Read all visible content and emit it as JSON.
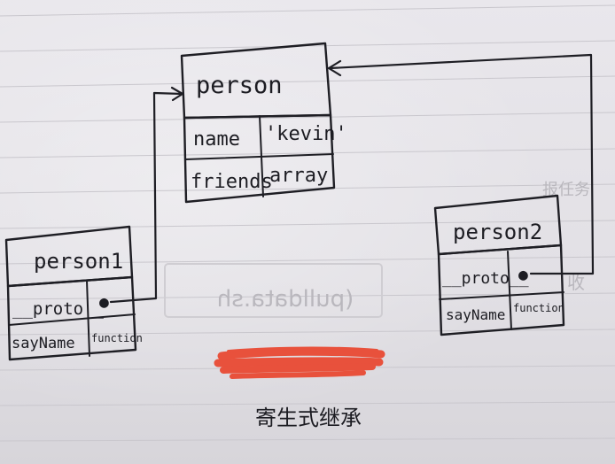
{
  "caption": "寄生式继承",
  "objects": {
    "person": {
      "title": "person",
      "rows": [
        {
          "key": "name",
          "value": "'kevin'"
        },
        {
          "key": "friends",
          "value": "array"
        }
      ]
    },
    "person1": {
      "title": "person1",
      "rows": [
        {
          "key": "__proto__",
          "value": "●"
        },
        {
          "key": "sayName",
          "value": "function"
        }
      ]
    },
    "person2": {
      "title": "person2",
      "rows": [
        {
          "key": "__proto__",
          "value": "●"
        },
        {
          "key": "sayName",
          "value": "function"
        }
      ]
    }
  },
  "bleed_through": {
    "command": "(pulldata.sh",
    "note_a": "收",
    "note_b": "报任务"
  }
}
